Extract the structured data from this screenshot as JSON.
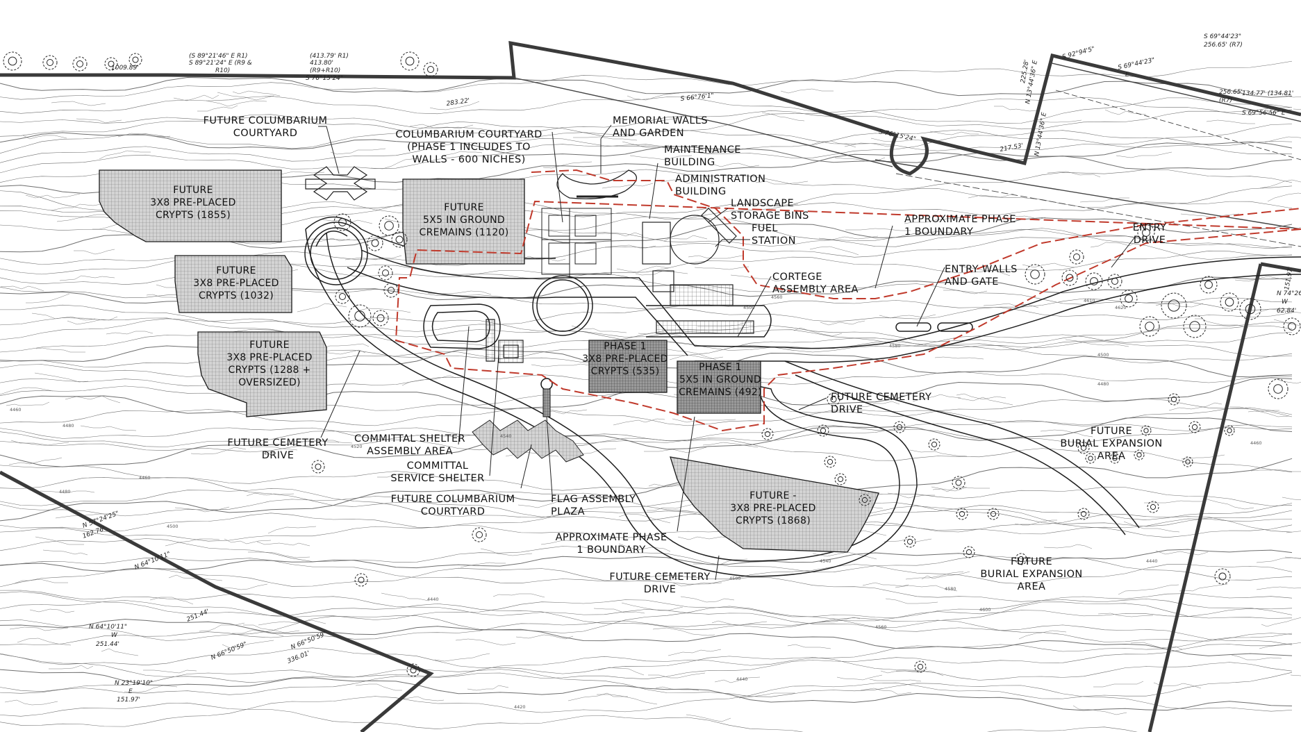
{
  "labels": {
    "future_columbarium_courtyard_top": [
      "FUTURE COLUMBARIUM",
      "COURTYARD"
    ],
    "columbarium_courtyard": [
      "COLUMBARIUM COURTYARD",
      "(PHASE 1 INCLUDES TO",
      "WALLS - 600 NICHES)"
    ],
    "memorial_walls": [
      "MEMORIAL WALLS",
      "AND GARDEN"
    ],
    "maintenance_building": [
      "MAINTENANCE",
      "BUILDING"
    ],
    "administration_building": [
      "ADMINISTRATION",
      "BUILDING"
    ],
    "landscape_storage": [
      "LANDSCAPE",
      "STORAGE BINS"
    ],
    "fuel_station": [
      "FUEL",
      "STATION"
    ],
    "approx_phase1_top": [
      "APPROXIMATE PHASE",
      "1 BOUNDARY"
    ],
    "entry_drive": [
      "ENTRY",
      "DRIVE"
    ],
    "entry_walls": [
      "ENTRY WALLS",
      "AND GATE"
    ],
    "cortege": [
      "CORTEGE",
      "ASSEMBLY AREA"
    ],
    "future_cemetery_drive_right": [
      "FUTURE CEMETERY",
      "DRIVE"
    ],
    "future_cemetery_drive_left": [
      "FUTURE CEMETERY",
      "DRIVE"
    ],
    "future_cemetery_drive_bottom": [
      "FUTURE CEMETERY",
      "DRIVE"
    ],
    "committal_shelter_assembly": [
      "COMMITTAL SHELTER",
      "ASSEMBLY AREA"
    ],
    "committal_service_shelter": [
      "COMMITTAL",
      "SERVICE SHELTER"
    ],
    "future_columbarium_courtyard_bottom": [
      "FUTURE COLUMBARIUM",
      "COURTYARD"
    ],
    "flag_assembly": [
      "FLAG ASSEMBLY",
      "PLAZA"
    ],
    "approx_phase1_bottom": [
      "APPROXIMATE PHASE",
      "1 BOUNDARY"
    ],
    "future_burial_expansion_1": [
      "FUTURE",
      "BURIAL EXPANSION",
      "AREA"
    ],
    "future_burial_expansion_2": [
      "FUTURE",
      "BURIAL EXPANSION",
      "AREA"
    ]
  },
  "areas": {
    "crypts_1855": [
      "FUTURE",
      "3X8 PRE-PLACED",
      "CRYPTS (1855)"
    ],
    "crypts_1032": [
      "FUTURE",
      "3X8 PRE-PLACED",
      "CRYPTS (1032)"
    ],
    "crypts_1288": [
      "FUTURE",
      "3X8 PRE-PLACED",
      "CRYPTS (1288 +",
      "OVERSIZED)"
    ],
    "cremains_1120": [
      "FUTURE",
      "5X5 IN GROUND",
      "CREMAINS (1120)"
    ],
    "phase1_crypts": [
      "PHASE 1",
      "3X8 PRE-PLACED",
      "CRYPTS (535)"
    ],
    "phase1_cremains": [
      "PHASE 1",
      "5X5 IN GROUND",
      "CREMAINS (492)"
    ],
    "crypts_1868": [
      "FUTURE -",
      "3X8 PRE-PLACED",
      "CRYPTS (1868)"
    ]
  },
  "bearings": {
    "b1": "(S 89°21'46\" E R1)",
    "b2": "S 89°21'24\" E (R9 &",
    "b3": "R10)",
    "b4": "(413.79' R1)",
    "b5": "413.80'",
    "b6": "(R9+R10)",
    "b7": "S 76°15'24\"",
    "b8": "283.22'",
    "b9": "S 66°76'1\"",
    "b10": "S 76°15'24\"",
    "b11": "N 13°44'36\" E",
    "b12": "225.28'",
    "b13": "S 92°94'5\"",
    "b14": "S 69°44'23\"",
    "b15": "E",
    "b16": "S 69°44'23\"",
    "b17": "256.65' (R7)",
    "b18": "256.65'",
    "b19": "(R7)",
    "b20": "134.77' (134.81'",
    "b21": "S 69°56'56\" E",
    "b22": "N 57°24'25\"",
    "b23": "162.76'",
    "b24": "N 64°10'11\"",
    "b25": "251.44'",
    "b26": "N 64°10'11\"",
    "b27": "W",
    "b28": "251.44'",
    "b29": "N 66°50'59\"",
    "b30": "N 66°50'59\"",
    "b31": "336.01'",
    "b32": "N 23°19'10\"",
    "b33": "E",
    "b34": "151.97'",
    "b35": "N 74°26'",
    "b36": "W",
    "b37": "62.84'",
    "b38": "N 13°44'36\" E",
    "b39": "151.97'",
    "b40": "1009.89'",
    "b41": "217.53'"
  },
  "contour_labels": [
    "4460",
    "4480",
    "4480",
    "4460",
    "4500",
    "4520",
    "4520",
    "4540",
    "4560",
    "4580",
    "4500",
    "4480",
    "4460",
    "4440",
    "4440",
    "4500",
    "4540",
    "4560",
    "4580",
    "4600",
    "4610",
    "4620",
    "4440",
    "4420",
    "4500"
  ],
  "colors": {
    "background": "#ffffff",
    "line": "#1a1a1a",
    "contour": "#6a6a6a",
    "boundary": "#3a3a3a",
    "phase_boundary": "#c0392b",
    "hatch_fill": "#c8c8c8"
  }
}
